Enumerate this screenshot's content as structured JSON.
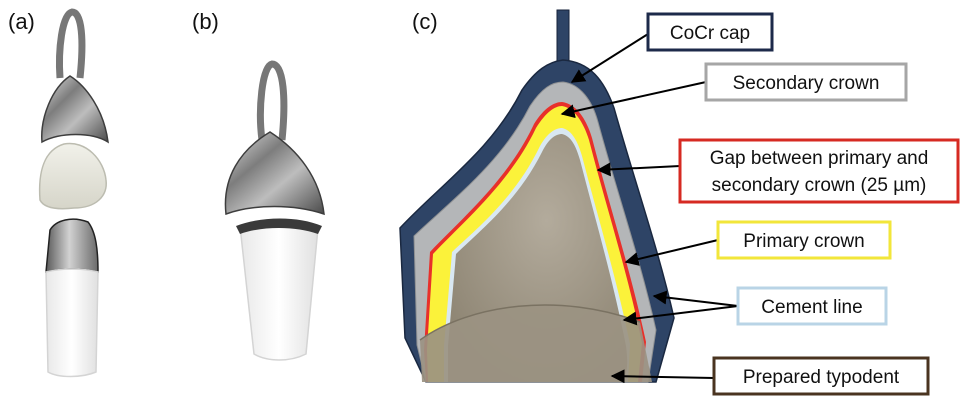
{
  "panels": {
    "a": "(a)",
    "b": "(b)",
    "c": "(c)"
  },
  "callouts": {
    "cocr_cap": "CoCr cap",
    "secondary_crown": "Secondary crown",
    "gap_line1": "Gap between primary and",
    "gap_line2": "secondary crown (25 µm)",
    "primary_crown": "Primary crown",
    "cement_line": "Cement line",
    "prepared_typodent": "Prepared typodent"
  },
  "colors": {
    "cocr_cap": "#2e4466",
    "secondary_crown": "#b4b6b8",
    "gap": "#e8302a",
    "primary_crown": "#fbf23a",
    "cement": "#d9e8f2",
    "typodent": "#9a9080",
    "box_cocr": "#1d2a4a",
    "box_secondary": "#a6a6a6",
    "box_gap": "#d62a22",
    "box_primary": "#f2e63a",
    "box_cement": "#b9d4e6",
    "box_typodent": "#4a3420"
  }
}
